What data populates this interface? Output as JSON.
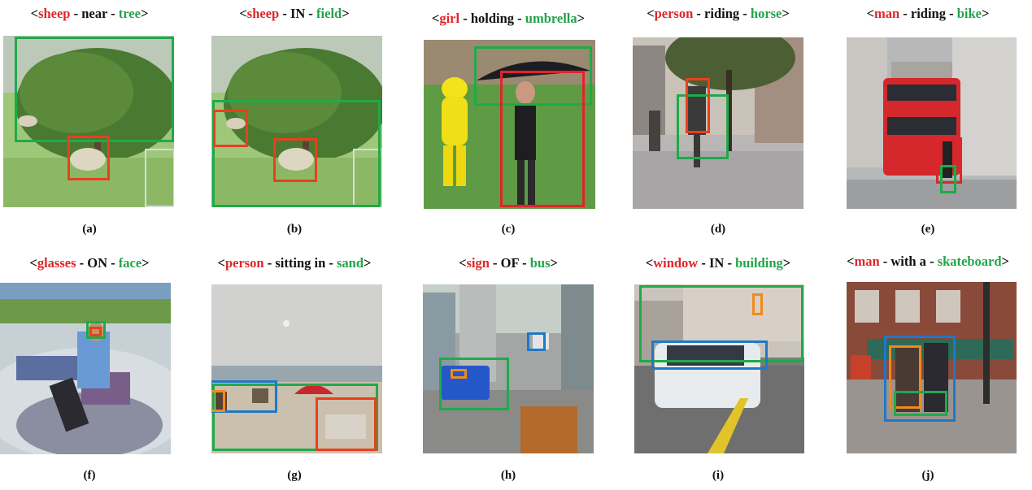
{
  "panels": [
    {
      "subject": "sheep",
      "relation": "near",
      "object": "tree",
      "label": "(a)"
    },
    {
      "subject": "sheep",
      "relation": "IN",
      "object": "field",
      "label": "(b)"
    },
    {
      "subject": "girl",
      "relation": "holding",
      "object": "umbrella",
      "label": "(c)"
    },
    {
      "subject": "person",
      "relation": "riding",
      "object": "horse",
      "label": "(d)"
    },
    {
      "subject": "man",
      "relation": "riding",
      "object": "bike",
      "label": "(e)"
    },
    {
      "subject": "glasses",
      "relation": "ON",
      "object": "face",
      "label": "(f)"
    },
    {
      "subject": "person",
      "relation": "sitting in",
      "object": "sand",
      "label": "(g)"
    },
    {
      "subject": "sign",
      "relation": "OF",
      "object": "bus",
      "label": "(h)"
    },
    {
      "subject": "window",
      "relation": "IN",
      "object": "building",
      "label": "(i)"
    },
    {
      "subject": "man",
      "relation": "with a",
      "object": "skateboard",
      "label": "(j)"
    }
  ],
  "colors": {
    "subject_text": "#e0252a",
    "object_text": "#22a44a",
    "box_red": "#e8401c",
    "box_green": "#1faa4a",
    "box_blue": "#1f78c8",
    "box_orange": "#f08a1c"
  }
}
